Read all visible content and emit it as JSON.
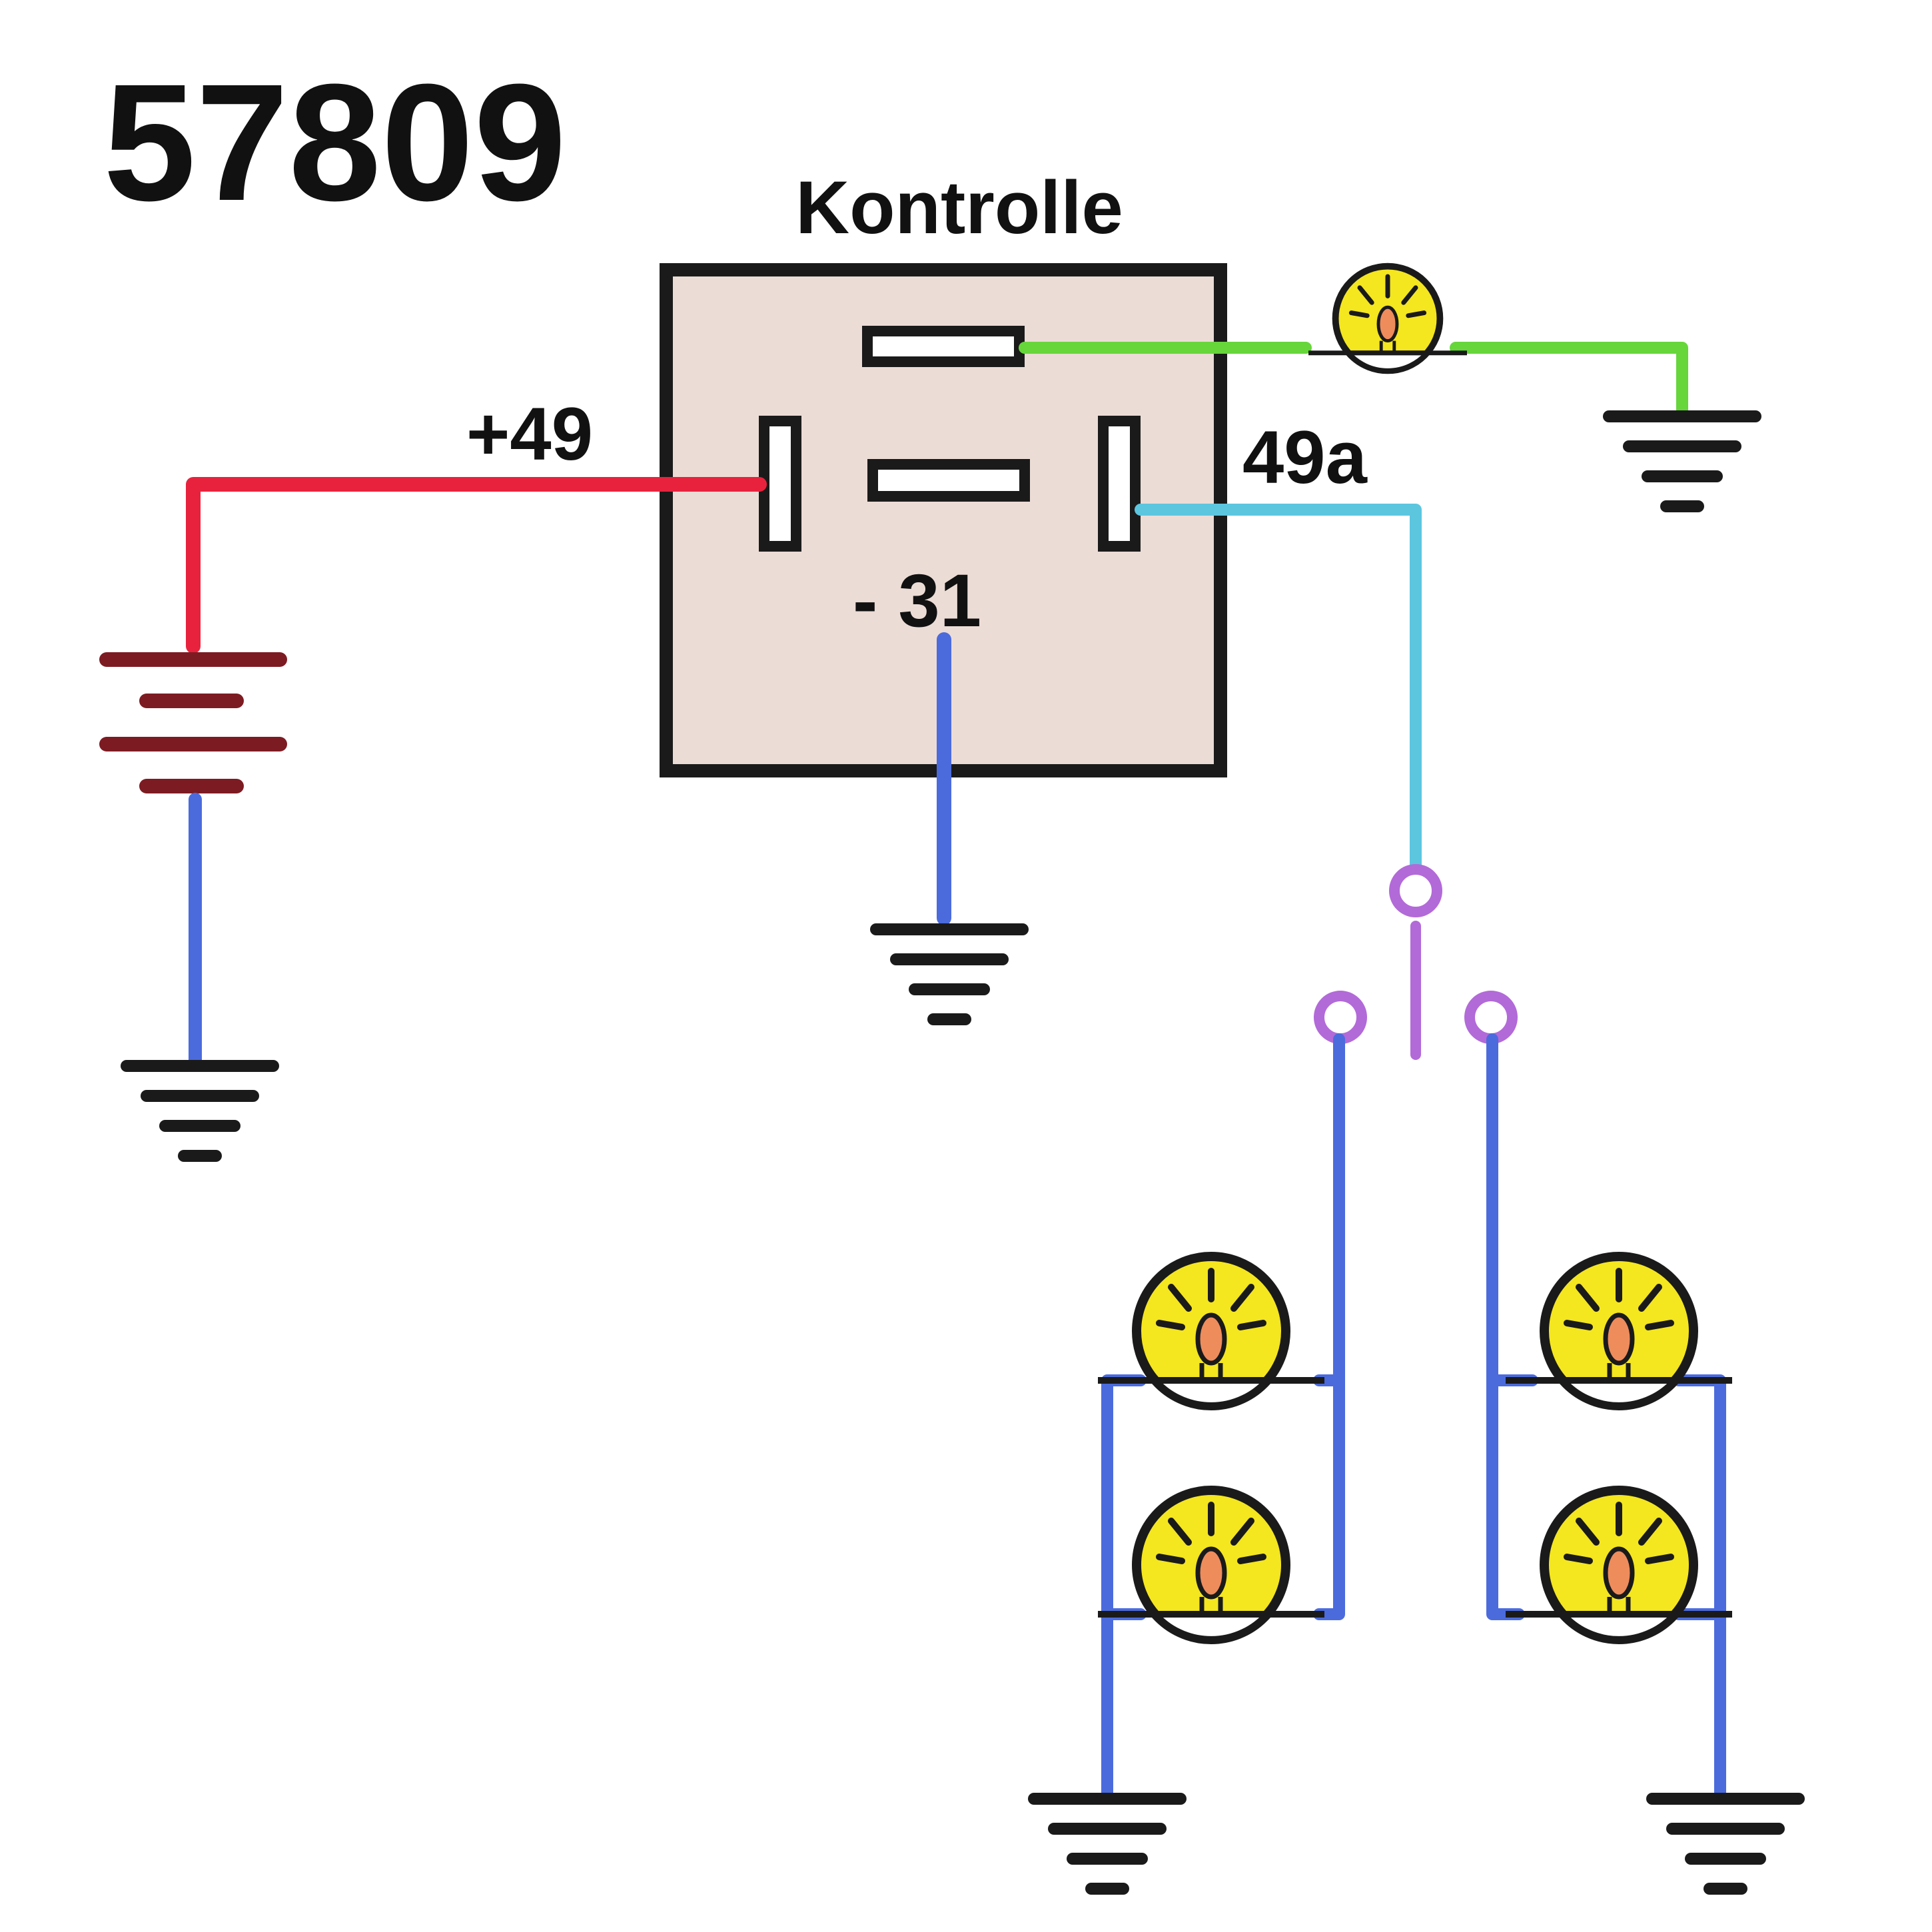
{
  "part_number": "57809",
  "relay_label": "Kontrolle",
  "terminals": {
    "plus49": "+49",
    "t49a": "49a",
    "minus31": "- 31"
  },
  "colors": {
    "relay_fill": "#ecdcd6",
    "outline": "#1a1a1a",
    "supply_wire": "#e8223d",
    "ground_wire": "#4b6bdd",
    "indicator_wire": "#66d63a",
    "output_wire": "#5cc6df",
    "switch": "#b26ad8",
    "battery": "#7d1b22",
    "lamp": "#f4e61f",
    "filament": "#ee8c5c"
  }
}
